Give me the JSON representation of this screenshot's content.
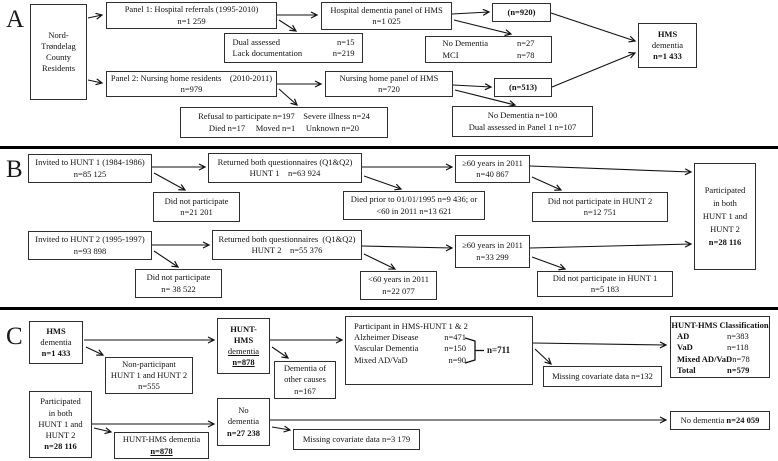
{
  "panel_a": {
    "label": "A",
    "nord": {
      "l1": "Nord-",
      "l2": "Trøndelag",
      "l3": "County",
      "l4": "Residents"
    },
    "p1": {
      "l1": "Panel 1: Hospital referrals (1995-2010)",
      "l2": "n=1 259"
    },
    "hdp": {
      "l1": "Hospital dementia panel of HMS",
      "l2": "n=1 025"
    },
    "n920": "(n=920)",
    "dual": {
      "r1l": "Dual assessed",
      "r1v": "n=15",
      "r2l": "Lack documentation",
      "r2v": "n=219"
    },
    "nodem1": {
      "r1l": "No Dementia",
      "r1v": "n=27",
      "r2l": "MCI",
      "r2v": "n=78"
    },
    "hms_dem": {
      "l1": "HMS",
      "l2": "dementia",
      "l3": "n=1 433"
    },
    "p2": {
      "l1": "Panel 2: Nursing home residents    (2010-2011)",
      "l2": "n=979"
    },
    "nhp": {
      "l1": "Nursing home panel of HMS",
      "l2": "n=720"
    },
    "n513": "(n=513)",
    "refusal": {
      "l1": "Refusal to participate n=197    Severe illness n=24",
      "l2": "Died n=17     Moved n=1     Unknown n=20"
    },
    "nodem2": {
      "l1": "No Dementia n=100",
      "l2": "Dual assessed in Panel 1 n=107"
    }
  },
  "panel_b": {
    "label": "B",
    "inv1": {
      "l1": "Invited to HUNT 1 (1984-1986)",
      "l2": "n=85 125"
    },
    "ret1": {
      "l1": "Returned both questionnaires (Q1&Q2)",
      "l2": "HUNT 1    n=63 924"
    },
    "dnp1": {
      "l1": "Did not participate",
      "l2": "n=21 201"
    },
    "ge60_1": {
      "l1": "≥60 years in 2011",
      "l2": "n=40 867"
    },
    "died": {
      "l1": "Died prior to 01/01/1995 n=9 436; or",
      "l2": "<60 in 2011 n=13 621"
    },
    "dnph2": {
      "l1": "Did not participate in HUNT 2",
      "l2": "n=12 751"
    },
    "part_both": {
      "l1": "Participated",
      "l2": "in both",
      "l3": "HUNT 1 and",
      "l4": "HUNT 2",
      "l5": "n=28 116"
    },
    "inv2": {
      "l1": "Invited to HUNT 2 (1995-1997)",
      "l2": "n=93 898"
    },
    "ret2": {
      "l1": "Returned both questionnaires  (Q1&Q2)",
      "l2": "HUNT 2    n=55 376"
    },
    "dnp2": {
      "l1": "Did not participate",
      "l2": "n= 38 522"
    },
    "ge60_2": {
      "l1": "≥60 years in 2011",
      "l2": "n=33 299"
    },
    "lt60_2": {
      "l1": "<60 years in 2011",
      "l2": "n=22 077"
    },
    "dnph1": {
      "l1": "Did not participate in HUNT 1",
      "l2": "n=5 183"
    }
  },
  "panel_c": {
    "label": "C",
    "hms_dem": {
      "l1": "HMS",
      "l2": "dementia",
      "l3": "n=1 433"
    },
    "non_part": {
      "l1": "Non-participant",
      "l2": "HUNT 1 and HUNT 2",
      "l3": "n=555"
    },
    "hunt_hms_dem": {
      "l1": "HUNT-",
      "l2": "HMS",
      "l3": "dementia",
      "l4": "n=878"
    },
    "dem_other": {
      "l1": "Dementia of",
      "l2": "other causes",
      "l3": "n=167"
    },
    "part_both": {
      "l1": "Participated",
      "l2": "in both",
      "l3": "HUNT 1 and",
      "l4": "HUNT 2",
      "l5": "n=28 116"
    },
    "no_dem": {
      "l1": "No",
      "l2": "dementia",
      "l3": "n=27 238"
    },
    "hunt_hms_dem2": {
      "l1": "HUNT-HMS dementia",
      "l2": "n=878"
    },
    "participant": {
      "title": "Participant in HMS-HUNT 1 & 2",
      "rows": [
        {
          "label": "Alzheimer Disease",
          "value": "n=471"
        },
        {
          "label": "Vascular Dementia",
          "value": "n=150"
        },
        {
          "label": "Mixed AD/VaD",
          "value": "n=90"
        }
      ],
      "total": "n=711"
    },
    "missing132": "Missing covariate data n=132",
    "classification": {
      "title": "HUNT-HMS Classification",
      "rows": [
        {
          "label": "AD",
          "value": "n=383"
        },
        {
          "label": "VaD",
          "value": "n=118"
        },
        {
          "label": "Mixed AD/VaD",
          "value": "n=78"
        },
        {
          "label": "Total",
          "value": "n=579"
        }
      ]
    },
    "no_dem_24": {
      "label": "No dementia ",
      "value": "n=24 059"
    },
    "missing3179": "Missing covariate data n=3 179"
  }
}
